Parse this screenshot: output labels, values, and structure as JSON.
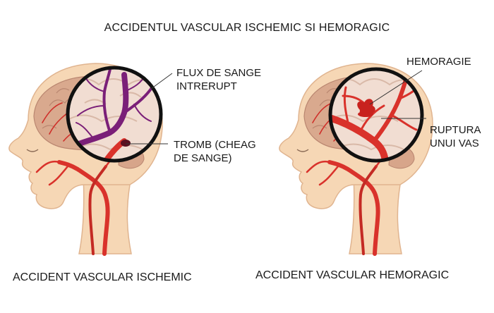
{
  "title": "ACCIDENTUL VASCULAR ISCHEMIC SI HEMORAGIC",
  "left_panel": {
    "caption": "ACCIDENT VASCULAR ISCHEMIC",
    "label_flow_line1": "FLUX DE SANGE",
    "label_flow_line2": "INTRERUPT",
    "label_clot_line1": "TROMB (CHEAG",
    "label_clot_line2": "DE SANGE)"
  },
  "right_panel": {
    "caption": "ACCIDENT VASCULAR HEMORAGIC",
    "label_hemorrhage": "HEMORAGIE",
    "label_rupture_line1": "RUPTURA",
    "label_rupture_line2": "UNUI VAS"
  },
  "colors": {
    "skin": "#f6d7b5",
    "brain": "#d9a98e",
    "artery": "#d9322b",
    "clot_vessel": "#7a1f78",
    "magnifier_rim": "#111111"
  }
}
